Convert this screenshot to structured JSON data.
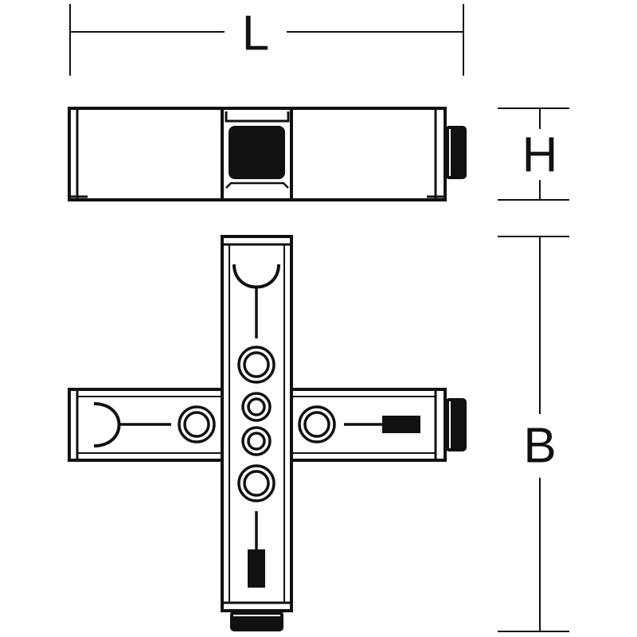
{
  "dimensions": {
    "length_label": "L",
    "height_label": "H",
    "width_label": "B"
  },
  "colors": {
    "line": "#111111",
    "background": "#ffffff"
  }
}
